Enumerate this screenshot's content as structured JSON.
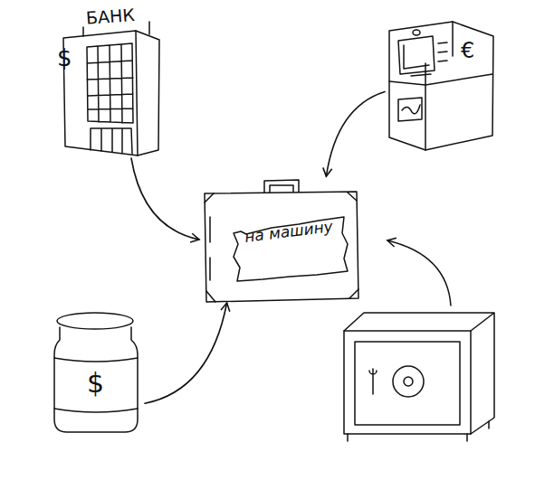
{
  "diagram": {
    "nodes": [
      {
        "text": [
          "БАНК",
          "$"
        ]
      },
      {
        "text": [
          "€"
        ]
      },
      {
        "text": [
          "на машину"
        ]
      },
      {
        "text": [
          "$"
        ]
      }
    ],
    "edges": [
      {
        "from": 0,
        "to": 2,
        "arrow": "to"
      },
      {
        "from": 1,
        "to": 2,
        "arrow": "to"
      },
      {
        "from": 3,
        "to": 2,
        "arrow": "to"
      }
    ]
  }
}
